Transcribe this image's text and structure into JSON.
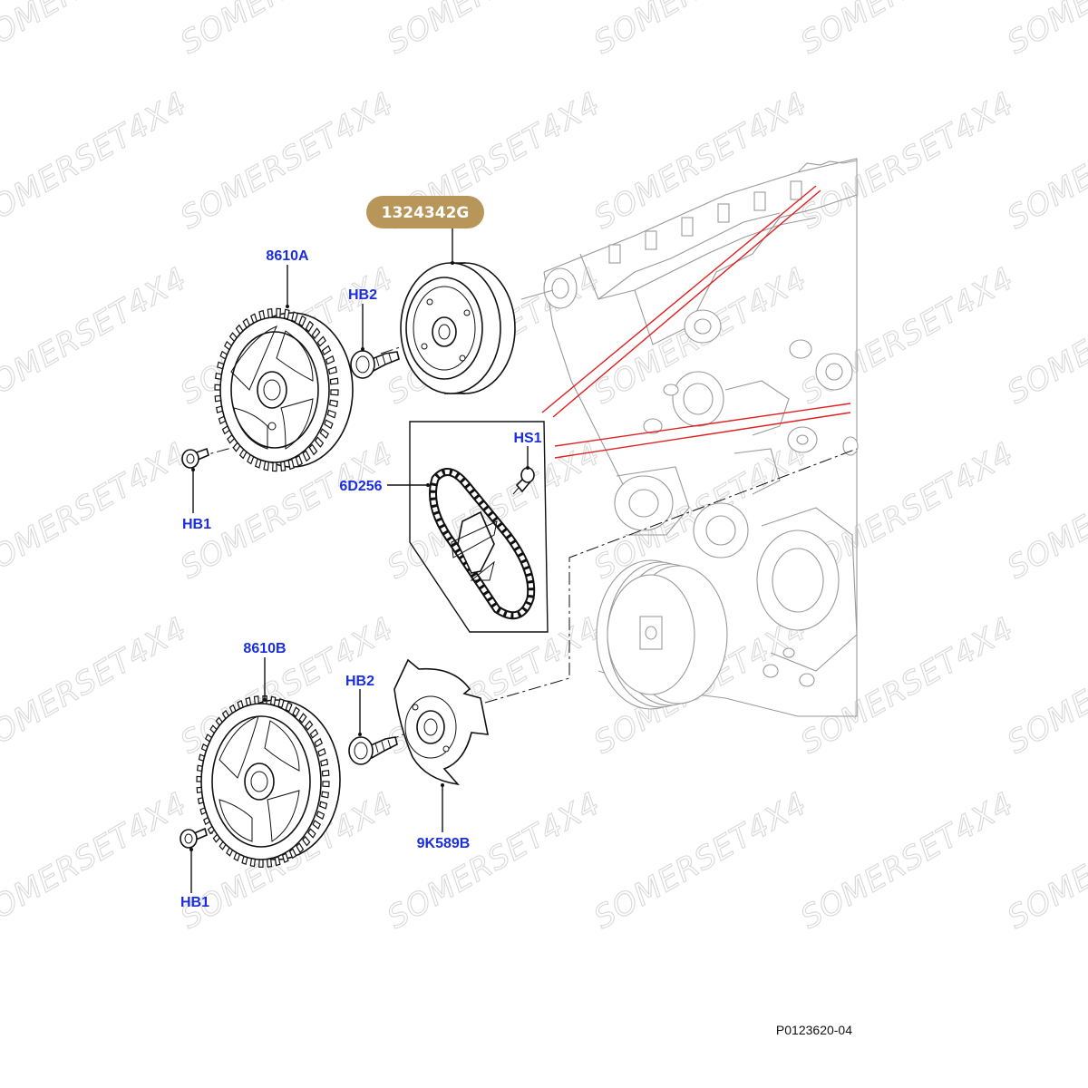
{
  "watermark": {
    "text": "SOMERSET4X4"
  },
  "highlight_part": {
    "number": "1324342G",
    "color": "#b8965a"
  },
  "labels": {
    "gear_upper": "8610A",
    "bolt_upper_hb2": "HB2",
    "bolt_upper_hb1": "HB1",
    "chain_guide": "HS1",
    "chain": "6D256",
    "gear_lower": "8610B",
    "bolt_lower_hb2": "HB2",
    "bolt_lower_hb1": "HB1",
    "sensor_ring": "9K589B"
  },
  "label_color": "#1a2ee0",
  "callout_color": "#e02020",
  "reference_code": "P0123620-04"
}
